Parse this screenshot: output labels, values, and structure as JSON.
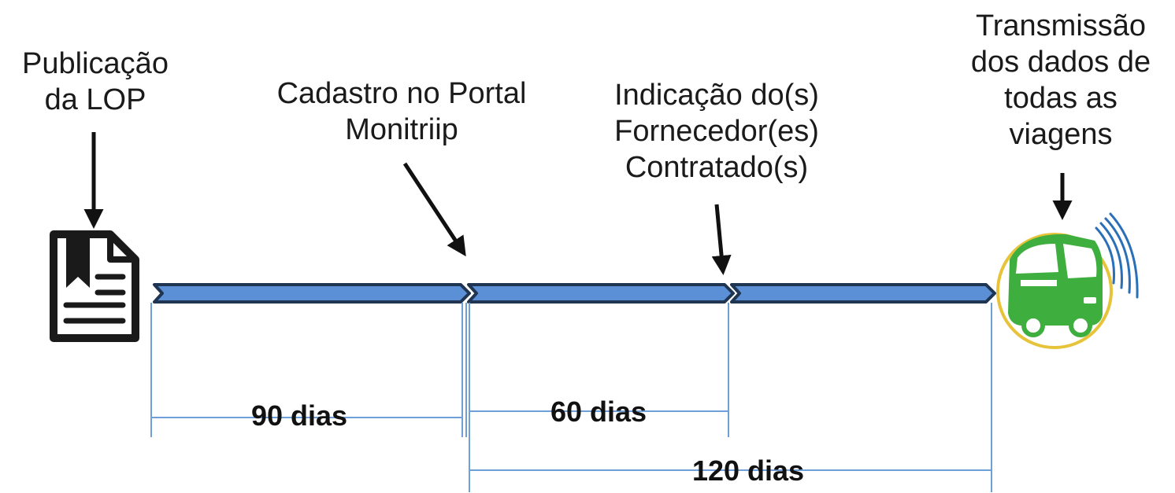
{
  "milestones": {
    "publication": "Publicação\nda LOP",
    "registration": "Cadastro no Portal\nMonitriip",
    "supplier": "Indicação do(s)\nFornecedor(es)\nContratado(s)",
    "transmission": "Transmissão\ndos dados de\ntodas as\nviagens"
  },
  "durations": {
    "d1": "90 dias",
    "d2": "60 dias",
    "d3": "120 dias"
  },
  "icons": {
    "document": "document-bookmark-icon",
    "bus": "bus-signal-icon"
  },
  "colors": {
    "arrow_fill": "#5b8fd6",
    "arrow_stroke": "#1f3552",
    "guide_line": "#6f9fd8",
    "bus_green": "#3eae3e",
    "bus_ring": "#e7c33a",
    "signal_blue": "#2a6fb8"
  }
}
